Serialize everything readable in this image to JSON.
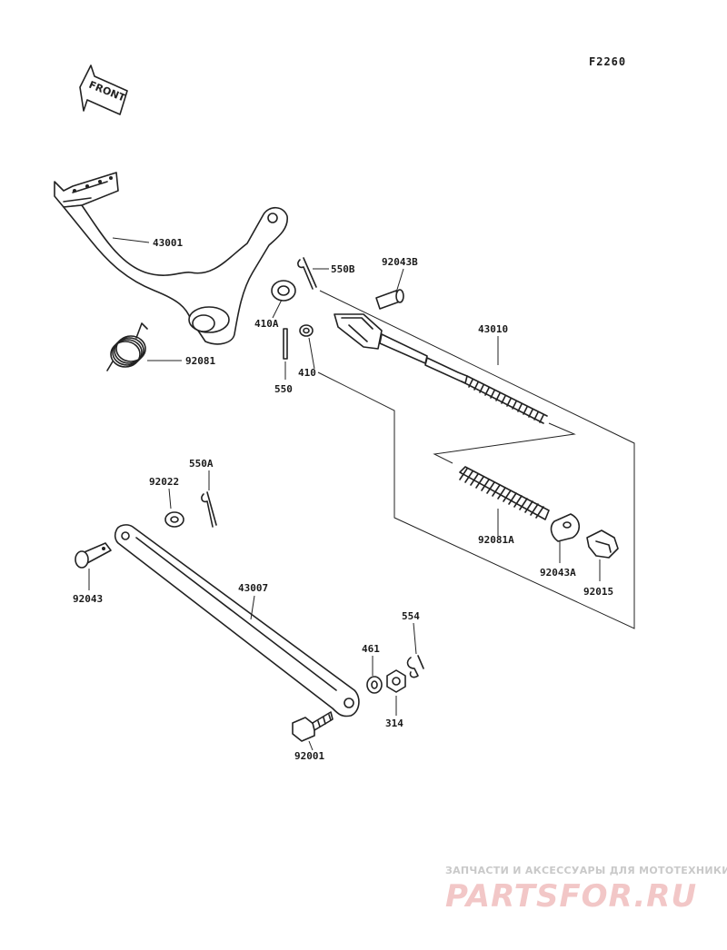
{
  "diagram_code": "F2260",
  "front_label": "FRONT",
  "parts": {
    "p43001": "43001",
    "p92081": "92081",
    "p550B": "550B",
    "p410A": "410A",
    "p550": "550",
    "p410": "410",
    "p92043B": "92043B",
    "p43010": "43010",
    "p92081A": "92081A",
    "p92043A": "92043A",
    "p92015": "92015",
    "p550A": "550A",
    "p92022": "92022",
    "p92043": "92043",
    "p43007": "43007",
    "p554": "554",
    "p461": "461",
    "p314": "314",
    "p92001": "92001"
  },
  "watermark": {
    "tagline": "ЗАПЧАСТИ И АКСЕССУАРЫ ДЛЯ МОТОТЕХНИКИ",
    "logo": "PARTSFOR.RU"
  },
  "colors": {
    "ink": "#222222",
    "watermark_logo": "#f2c7c7",
    "watermark_text": "#c9c9c9"
  }
}
